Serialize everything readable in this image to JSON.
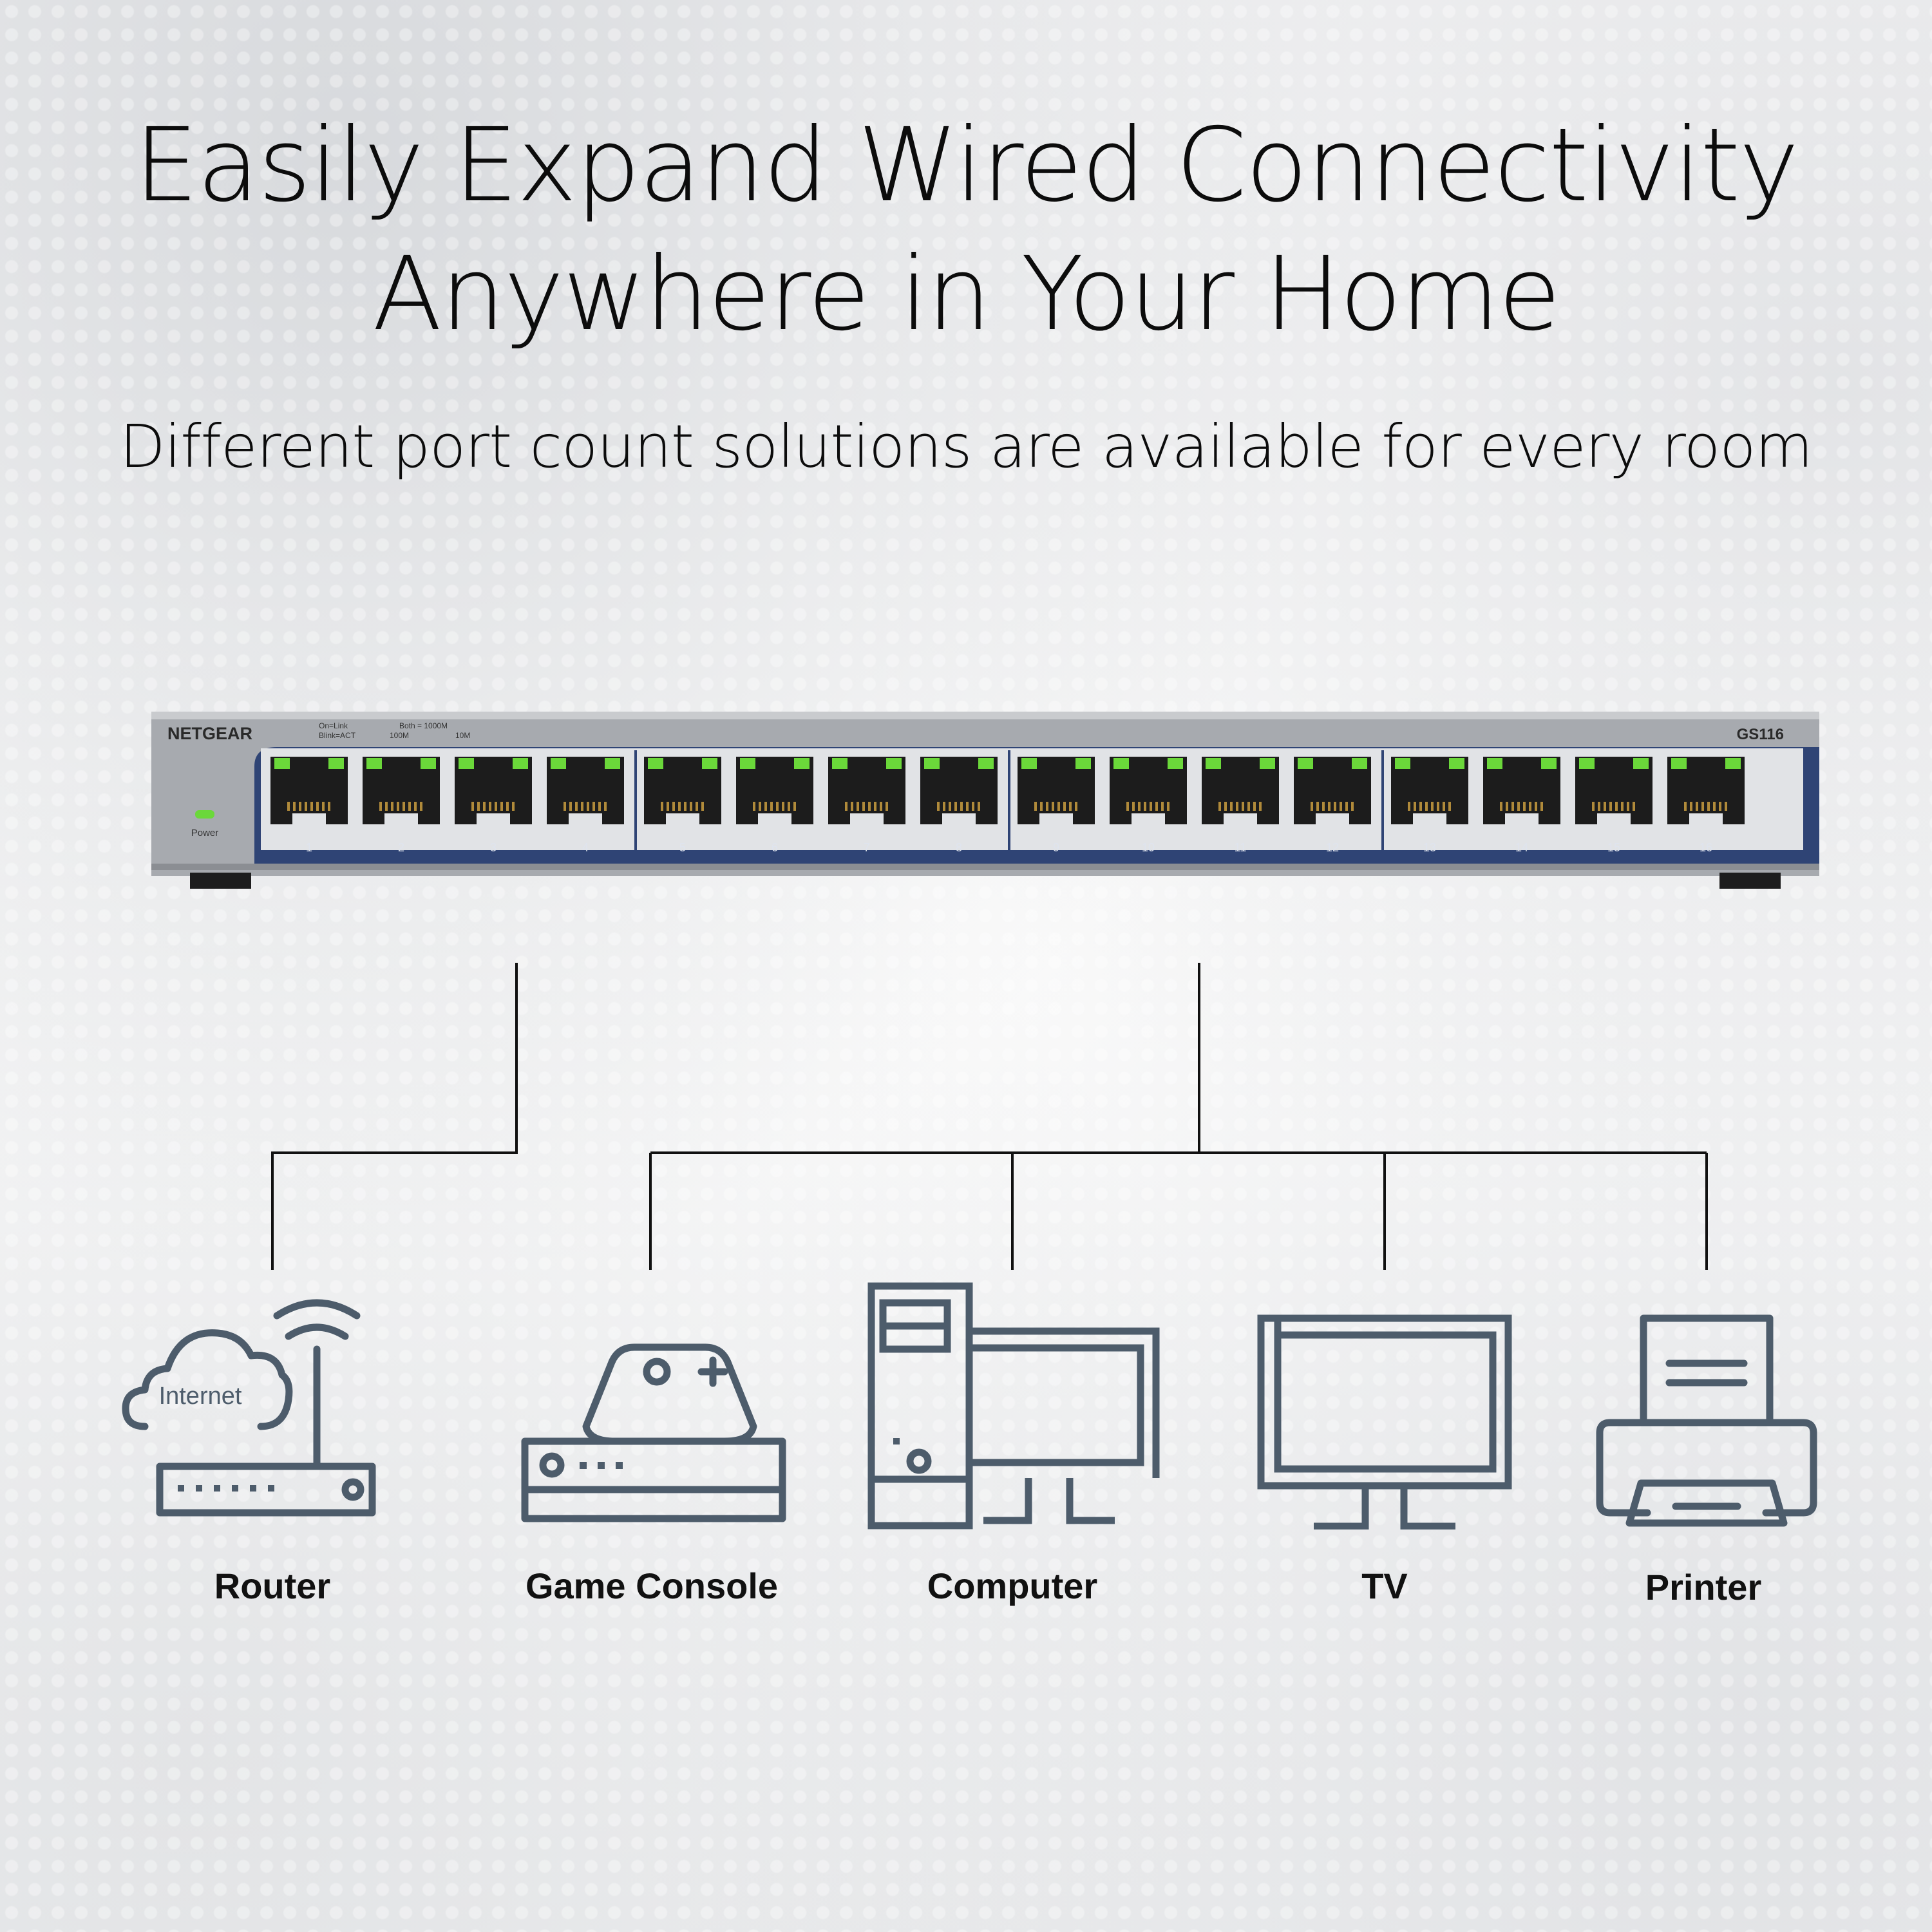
{
  "headline": {
    "line1": "Easily Expand Wired Connectivity",
    "line2": "Anywhere in Your Home",
    "subtitle": "Different port count solutions are available for every room"
  },
  "switch": {
    "brand": "NETGEAR",
    "model": "GS116",
    "legend_1a": "On=Link",
    "legend_1b": "Blink=ACT",
    "legend_2a": "Both = 1000M",
    "legend_2b": "100M",
    "legend_2c": "10M",
    "power_label": "Power",
    "port_numbers": [
      "1",
      "2",
      "3",
      "4",
      "5",
      "6",
      "7",
      "8",
      "9",
      "10",
      "11",
      "12",
      "13",
      "14",
      "15",
      "16"
    ],
    "colors": {
      "body": "#a3a6ab",
      "bezel": "#2f4475",
      "led": "#6bd83a",
      "port": "#1c1c1c"
    }
  },
  "devices": {
    "router": {
      "label": "Router",
      "cloud_text": "Internet"
    },
    "game_console": {
      "label": "Game Console"
    },
    "computer": {
      "label": "Computer"
    },
    "tv": {
      "label": "TV"
    },
    "printer": {
      "label": "Printer"
    }
  },
  "icon_color": "#4d5c6b"
}
